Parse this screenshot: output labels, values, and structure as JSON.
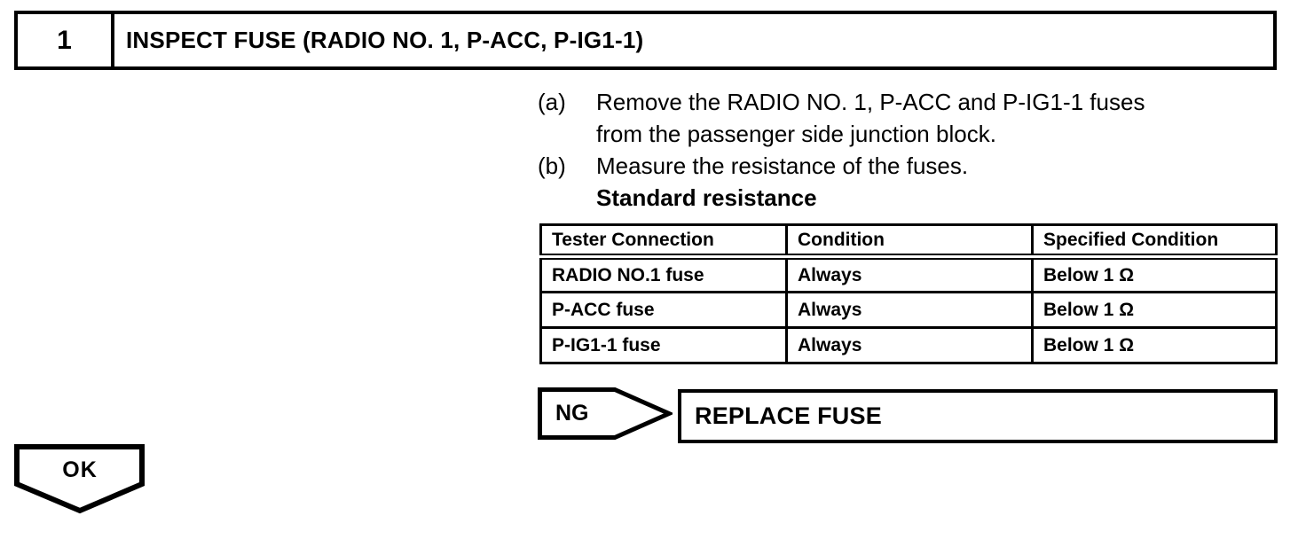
{
  "step": {
    "number": "1",
    "title": "INSPECT FUSE (RADIO NO. 1, P-ACC, P-IG1-1)"
  },
  "instructions": [
    {
      "label": "(a)",
      "lines": [
        "Remove the RADIO NO. 1, P-ACC and P-IG1-1 fuses",
        "from the passenger side junction block."
      ]
    },
    {
      "label": "(b)",
      "lines": [
        "Measure the resistance of the fuses."
      ]
    }
  ],
  "standard_resistance_heading": "Standard resistance",
  "table": {
    "headers": [
      "Tester Connection",
      "Condition",
      "Specified Condition"
    ],
    "rows": [
      [
        "RADIO NO.1 fuse",
        "Always",
        "Below 1 Ω"
      ],
      [
        "P-ACC fuse",
        "Always",
        "Below 1 Ω"
      ],
      [
        "P-IG1-1 fuse",
        "Always",
        "Below 1 Ω"
      ]
    ]
  },
  "flow": {
    "ng_label": "NG",
    "ng_action": "REPLACE FUSE",
    "ok_label": "OK"
  },
  "colors": {
    "ink": "#000000",
    "paper": "#ffffff"
  }
}
